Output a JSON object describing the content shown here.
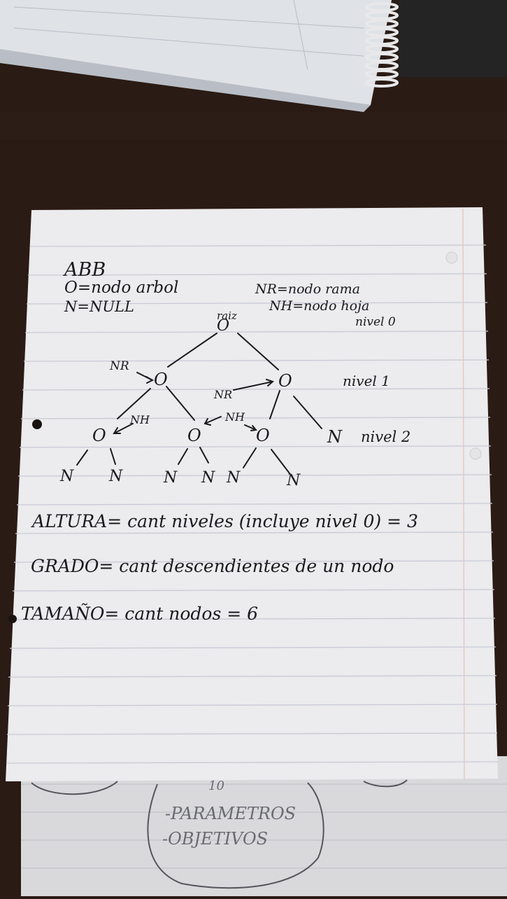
{
  "photo": {
    "subject": "handwritten-notes-binary-search-tree",
    "colors": {
      "table": "#2a1b14",
      "paper": "#ecebed",
      "ink": "#1a1a1e",
      "rule": "#c9ccd6",
      "margin_line": "#e7c7c4"
    }
  },
  "notes": {
    "title": "ABB",
    "legend_node": "O=nodo arbol",
    "legend_null": "N=NULL",
    "legend_nr": "NR=nodo rama",
    "legend_nh": "NH=nodo hoja",
    "tree": {
      "root_label": "raiz",
      "node": "O",
      "null": "N",
      "nr": "NR",
      "nh": "NH",
      "level0": "nivel 0",
      "level1": "nivel 1",
      "level2": "nivel 2"
    },
    "altura": "ALTURA= cant niveles (incluye nivel 0) = 3",
    "grado": "GRADO= cant descendientes de un nodo",
    "tamano": "TAMAÑO= cant nodos = 6"
  },
  "lower_page": {
    "number": "10",
    "item1": "-PARAMETROS",
    "item2": "-OBJETIVOS"
  }
}
